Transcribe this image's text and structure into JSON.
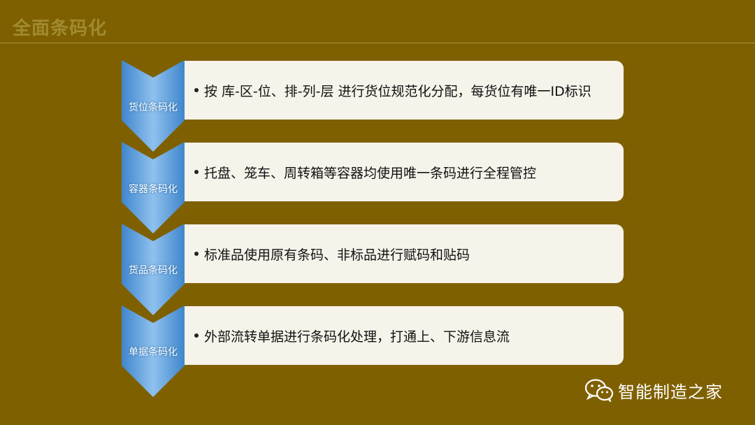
{
  "slide": {
    "title": "全面条码化"
  },
  "steps": [
    {
      "label": "货位条码化",
      "text": "按 库-区-位、排-列-层 进行货位规范化分配，每货位有唯一ID标识"
    },
    {
      "label": "容器条码化",
      "text": "托盘、笼车、周转箱等容器均使用唯一条码进行全程管控"
    },
    {
      "label": "货品条码化",
      "text": "标准品使用原有条码、非标品进行赋码和贴码"
    },
    {
      "label": "单据条码化",
      "text": "外部流转单据进行条码化处理，打通上、下游信息流"
    }
  ],
  "watermark": {
    "icon": "wechat-icon",
    "text": "智能制造之家"
  },
  "colors": {
    "background": "#7f6000",
    "chevron": "#4a90d9",
    "card": "#f6f3ea"
  }
}
